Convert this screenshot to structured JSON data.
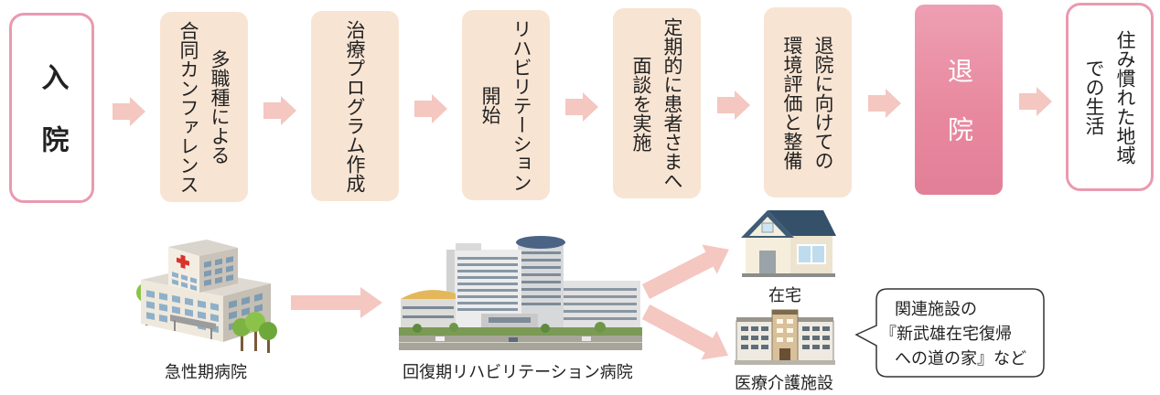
{
  "colors": {
    "beige_box": "#f8e4d3",
    "pink_border": "#e99ab0",
    "pink_fill": "#e8899f",
    "arrow": "#f4c7c1",
    "text": "#222222"
  },
  "steps": [
    {
      "text": "入院"
    },
    {
      "lines": [
        "多職種による",
        "合同カンファレンス"
      ]
    },
    {
      "lines": [
        "治療プログラム作成"
      ]
    },
    {
      "lines": [
        "リハビリテーション",
        "開始"
      ]
    },
    {
      "lines": [
        "定期的に患者さまへ",
        "面談を実施"
      ]
    },
    {
      "lines": [
        "退院に向けての",
        "環境評価と整備"
      ]
    },
    {
      "text": "退院"
    },
    {
      "lines": [
        "住み慣れた地域",
        "での生活"
      ]
    }
  ],
  "facilities": {
    "acute_hospital": "急性期病院",
    "rehab_hospital": "回復期リハビリテーション病院",
    "home": "在宅",
    "care_facility": "医療介護施設"
  },
  "callout": {
    "lines": [
      "関連施設の",
      "『新武雄在宅復帰",
      "への道の家』など"
    ]
  },
  "icons": {
    "acute_hospital": "hospital-building-icon",
    "rehab_hospital": "rehab-hospital-photo",
    "home": "house-icon",
    "care_facility": "care-facility-icon",
    "flow": "right-arrow-icon"
  }
}
